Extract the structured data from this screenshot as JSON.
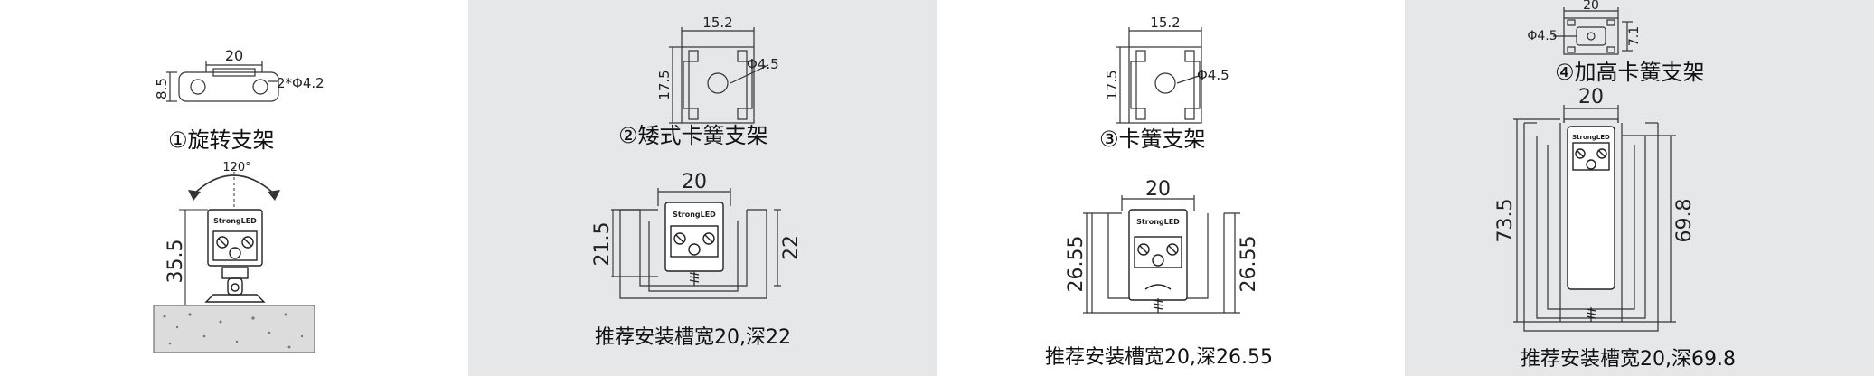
{
  "panels": [
    {
      "title": "①旋转支架",
      "dims": {
        "top_width": "20",
        "left_height": "8.5",
        "holes": "2*Φ4.2",
        "angle": "120°",
        "body_height": "35.5"
      },
      "label_text": "StrongLED"
    },
    {
      "title": "②矮式卡簧支架",
      "dims": {
        "top_width": "15.2",
        "height": "17.5",
        "hole": "Φ4.5",
        "slot_top": "20",
        "left_height": "21.5",
        "right_height": "22"
      },
      "label_text": "StrongLED",
      "recommendation": "推荐安装槽宽20,深22"
    },
    {
      "title": "③卡簧支架",
      "dims": {
        "top_width": "15.2",
        "height": "17.5",
        "hole": "Φ4.5",
        "slot_top": "20",
        "left_height": "26.55",
        "right_height": "26.55"
      },
      "label_text": "StrongLED",
      "recommendation": "推荐安装槽宽20,深26.55"
    },
    {
      "title": "④加高卡簧支架",
      "dims": {
        "top_width": "20",
        "hole": "Φ4.5",
        "small_height": "7.1",
        "slot_top": "20",
        "left_height": "73.5",
        "right_height": "69.8"
      },
      "label_text": "StrongLED",
      "recommendation": "推荐安装槽宽20,深69.8"
    }
  ]
}
